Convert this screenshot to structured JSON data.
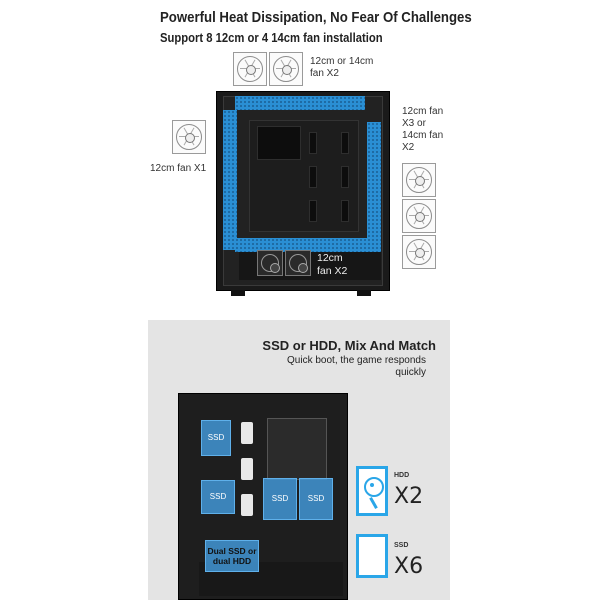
{
  "top": {
    "title": "Powerful Heat Dissipation, No Fear Of Challenges",
    "subtitle": "Support 8 12cm or 4 14cm fan installation",
    "top_fan_label_line1": "12cm or 14cm",
    "top_fan_label_line2": "fan X2",
    "right_fan_label_line1": "12cm fan",
    "right_fan_label_line2": "X3 or",
    "right_fan_label_line3": "14cm fan",
    "right_fan_label_line4": "X2",
    "left_fan_label": "12cm fan X1",
    "bottom_fan_label_line1": "12cm",
    "bottom_fan_label_line2": "fan X2"
  },
  "bottom": {
    "title": "SSD or HDD, Mix And Match",
    "subtitle": "Quick boot, the game responds quickly",
    "ssd_label": "SSD",
    "dual_label_line1": "Dual SSD or",
    "dual_label_line2": "dual HDD",
    "hdd_caption": "HDD",
    "hdd_count": "X2",
    "ssd_caption": "SSD",
    "ssd_count": "X6"
  },
  "colors": {
    "accent_blue": "#2a8fd4",
    "icon_blue": "#2aa6e8",
    "panel_gray": "#e4e4e4",
    "case_black": "#1a1a1a"
  },
  "icons": [
    "fan-icon",
    "hdd-icon",
    "ssd-icon"
  ]
}
